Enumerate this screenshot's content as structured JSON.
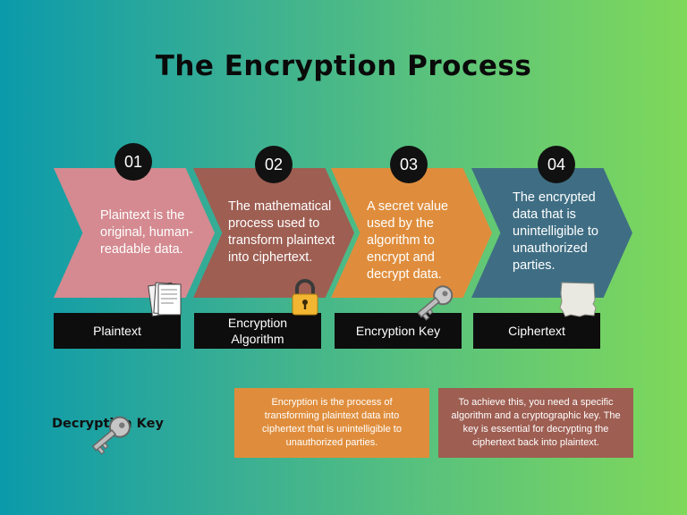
{
  "title": "The Encryption Process",
  "steps": [
    {
      "number": "01",
      "text": "Plaintext is the original, human-readable data.",
      "label": "Plaintext",
      "color": "#d48a90",
      "icon": "paper-stack-icon"
    },
    {
      "number": "02",
      "text": "The mathematical process used to transform plaintext into ciphertext.",
      "label": "Encryption Algorithm",
      "color": "#9e5e52",
      "icon": "padlock-icon"
    },
    {
      "number": "03",
      "text": "A secret value used by the algorithm to encrypt and decrypt data.",
      "label": "Encryption Key",
      "color": "#df8d3c",
      "icon": "key-icon"
    },
    {
      "number": "04",
      "text": "The encrypted data that is unintelligible to unauthorized parties.",
      "label": "Ciphertext",
      "color": "#3f6e84",
      "icon": "torn-paper-icon"
    }
  ],
  "notes": [
    {
      "text": "Encryption is the process of transforming plaintext data into ciphertext that is unintelligible to unauthorized parties.",
      "color": "#df8d3c"
    },
    {
      "text": "To achieve this, you need a specific algorithm and a cryptographic key. The key is essential for decrypting the ciphertext back into plaintext.",
      "color": "#9e5e52"
    }
  ],
  "decryption_key": {
    "label": "Decryption Key",
    "icon": "key-icon"
  }
}
